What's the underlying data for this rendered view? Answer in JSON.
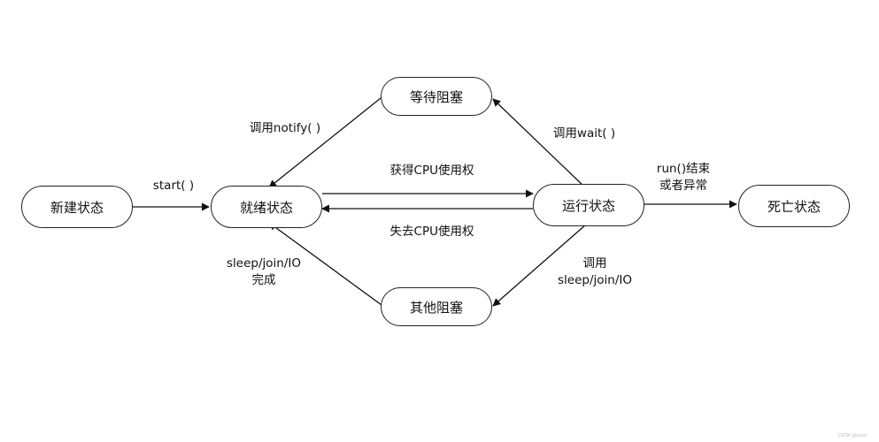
{
  "nodes": {
    "new": "新建状态",
    "ready": "就绪状态",
    "running": "运行状态",
    "dead": "死亡状态",
    "waiting": "等待阻塞",
    "other_blocked": "其他阻塞"
  },
  "edges": {
    "start": "start( )",
    "notify": "调用notify( )",
    "wait": "调用wait( )",
    "get_cpu": "获得CPU使用权",
    "lose_cpu": "失去CPU使用权",
    "run_end_line1": "run()结束",
    "run_end_line2": "或者异常",
    "sleep_done_line1": "sleep/join/IO",
    "sleep_done_line2": "完成",
    "call_sleep_line1": "调用",
    "call_sleep_line2": "sleep/join/IO"
  },
  "watermark": "CSDN @xxxx"
}
